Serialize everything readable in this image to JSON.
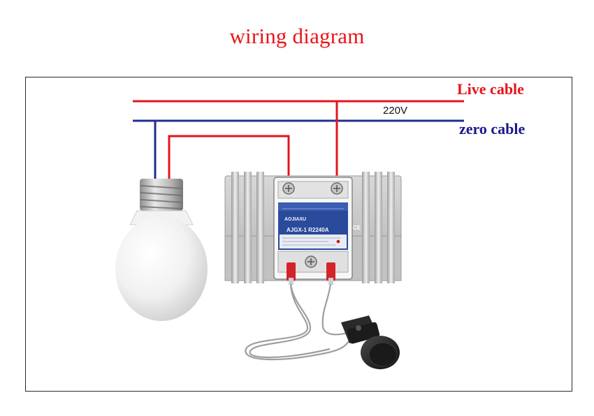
{
  "diagram": {
    "title": "wiring diagram",
    "live_label": "Live cable",
    "zero_label": "zero cable",
    "voltage_label": "220V"
  },
  "relay": {
    "brand": "AOJIAXU",
    "model": "AJGX-1  R2240A",
    "mark": "CE"
  },
  "colors": {
    "live_wire": "#e3141c",
    "zero_wire": "#1d2f8f",
    "title": "#e8141a",
    "zero_text": "#1a1a8c",
    "frame": "#2a2a2a"
  }
}
